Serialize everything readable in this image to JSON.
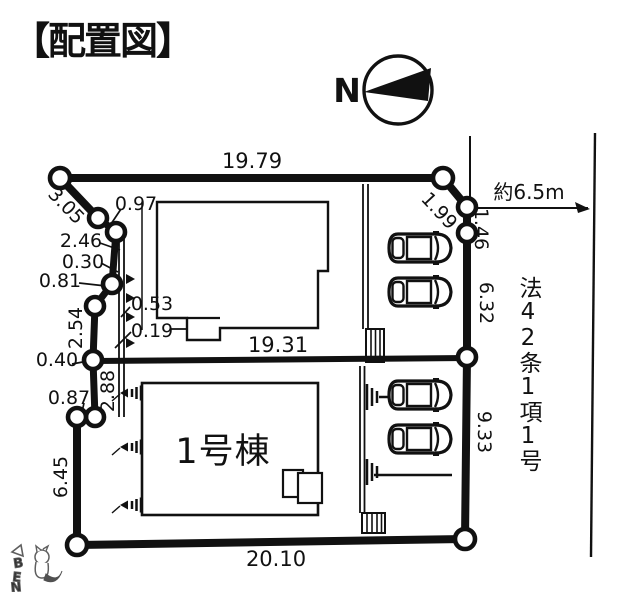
{
  "title": "【配置図】",
  "compass": {
    "label": "N"
  },
  "road": {
    "width_label": "約6.5m",
    "law_text": "法42条1項1号"
  },
  "buildings": {
    "lower_label": "1号棟"
  },
  "dims": {
    "north": "19.79",
    "nw_diagonal": "3.05",
    "w_01": "0.97",
    "w_02": "2.46",
    "w_03": "0.30",
    "w_04": "0.81",
    "w_05": "0.53",
    "w_06": "0.19",
    "w_07": "2.54",
    "w_08": "0.40",
    "w_09": "2.88",
    "w_10": "0.87",
    "w_11": "6.45",
    "middle": "19.31",
    "south": "20.10",
    "ne_diagonal": "1.99",
    "e_01": "1.46",
    "e_02": "6.32",
    "e_03": "9.33"
  },
  "watermark": {
    "letters": [
      "B",
      "E",
      "N"
    ]
  }
}
